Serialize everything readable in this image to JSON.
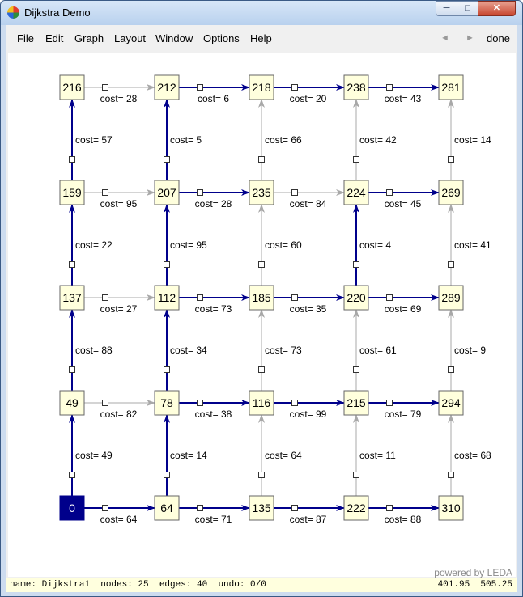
{
  "window": {
    "title": "Dijkstra Demo",
    "controls": {
      "minimize": "─",
      "maximize": "□",
      "close": "✕"
    }
  },
  "menu": {
    "items": [
      "File",
      "Edit",
      "Graph",
      "Layout",
      "Window",
      "Options",
      "Help"
    ],
    "back": "◄",
    "forward": "►",
    "done": "done"
  },
  "graph": {
    "colors": {
      "tree_edge": "#00008b",
      "other_edge": "#a8a8a8",
      "node_fill": "#ffffdd",
      "node_border": "#666666",
      "source_fill": "#00008b",
      "source_text": "#ffffff"
    },
    "rows": [
      [
        "216",
        "212",
        "218",
        "238",
        "281"
      ],
      [
        "159",
        "207",
        "235",
        "224",
        "269"
      ],
      [
        "137",
        "112",
        "185",
        "220",
        "289"
      ],
      [
        "49",
        "78",
        "116",
        "215",
        "294"
      ],
      [
        "0",
        "64",
        "135",
        "222",
        "310"
      ]
    ],
    "source": [
      4,
      0
    ],
    "edges": [
      {
        "from": [
          0,
          0
        ],
        "to": [
          0,
          1
        ],
        "tree": false,
        "label": "cost= 28"
      },
      {
        "from": [
          0,
          1
        ],
        "to": [
          0,
          2
        ],
        "tree": true,
        "label": "cost= 6"
      },
      {
        "from": [
          0,
          2
        ],
        "to": [
          0,
          3
        ],
        "tree": true,
        "label": "cost= 20"
      },
      {
        "from": [
          0,
          3
        ],
        "to": [
          0,
          4
        ],
        "tree": true,
        "label": "cost= 43"
      },
      {
        "from": [
          1,
          0
        ],
        "to": [
          1,
          1
        ],
        "tree": false,
        "label": "cost= 95"
      },
      {
        "from": [
          1,
          1
        ],
        "to": [
          1,
          2
        ],
        "tree": true,
        "label": "cost= 28"
      },
      {
        "from": [
          1,
          2
        ],
        "to": [
          1,
          3
        ],
        "tree": false,
        "label": "cost= 84"
      },
      {
        "from": [
          1,
          3
        ],
        "to": [
          1,
          4
        ],
        "tree": true,
        "label": "cost= 45"
      },
      {
        "from": [
          2,
          0
        ],
        "to": [
          2,
          1
        ],
        "tree": false,
        "label": "cost= 27"
      },
      {
        "from": [
          2,
          1
        ],
        "to": [
          2,
          2
        ],
        "tree": true,
        "label": "cost= 73"
      },
      {
        "from": [
          2,
          2
        ],
        "to": [
          2,
          3
        ],
        "tree": true,
        "label": "cost= 35"
      },
      {
        "from": [
          2,
          3
        ],
        "to": [
          2,
          4
        ],
        "tree": true,
        "label": "cost= 69"
      },
      {
        "from": [
          3,
          0
        ],
        "to": [
          3,
          1
        ],
        "tree": false,
        "label": "cost= 82"
      },
      {
        "from": [
          3,
          1
        ],
        "to": [
          3,
          2
        ],
        "tree": true,
        "label": "cost= 38"
      },
      {
        "from": [
          3,
          2
        ],
        "to": [
          3,
          3
        ],
        "tree": true,
        "label": "cost= 99"
      },
      {
        "from": [
          3,
          3
        ],
        "to": [
          3,
          4
        ],
        "tree": true,
        "label": "cost= 79"
      },
      {
        "from": [
          4,
          0
        ],
        "to": [
          4,
          1
        ],
        "tree": true,
        "label": "cost= 64"
      },
      {
        "from": [
          4,
          1
        ],
        "to": [
          4,
          2
        ],
        "tree": true,
        "label": "cost= 71"
      },
      {
        "from": [
          4,
          2
        ],
        "to": [
          4,
          3
        ],
        "tree": true,
        "label": "cost= 87"
      },
      {
        "from": [
          4,
          3
        ],
        "to": [
          4,
          4
        ],
        "tree": true,
        "label": "cost= 88"
      },
      {
        "from": [
          1,
          0
        ],
        "to": [
          0,
          0
        ],
        "tree": true,
        "label": "cost= 57"
      },
      {
        "from": [
          2,
          0
        ],
        "to": [
          1,
          0
        ],
        "tree": true,
        "label": "cost= 22"
      },
      {
        "from": [
          3,
          0
        ],
        "to": [
          2,
          0
        ],
        "tree": true,
        "label": "cost= 88"
      },
      {
        "from": [
          4,
          0
        ],
        "to": [
          3,
          0
        ],
        "tree": true,
        "label": "cost= 49"
      },
      {
        "from": [
          1,
          1
        ],
        "to": [
          0,
          1
        ],
        "tree": true,
        "label": "cost= 5"
      },
      {
        "from": [
          2,
          1
        ],
        "to": [
          1,
          1
        ],
        "tree": true,
        "label": "cost= 95"
      },
      {
        "from": [
          3,
          1
        ],
        "to": [
          2,
          1
        ],
        "tree": true,
        "label": "cost= 34"
      },
      {
        "from": [
          4,
          1
        ],
        "to": [
          3,
          1
        ],
        "tree": true,
        "label": "cost= 14"
      },
      {
        "from": [
          1,
          2
        ],
        "to": [
          0,
          2
        ],
        "tree": false,
        "label": "cost= 66"
      },
      {
        "from": [
          2,
          2
        ],
        "to": [
          1,
          2
        ],
        "tree": false,
        "label": "cost= 60"
      },
      {
        "from": [
          3,
          2
        ],
        "to": [
          2,
          2
        ],
        "tree": false,
        "label": "cost= 73"
      },
      {
        "from": [
          4,
          2
        ],
        "to": [
          3,
          2
        ],
        "tree": false,
        "label": "cost= 64"
      },
      {
        "from": [
          1,
          3
        ],
        "to": [
          0,
          3
        ],
        "tree": false,
        "label": "cost= 42"
      },
      {
        "from": [
          2,
          3
        ],
        "to": [
          1,
          3
        ],
        "tree": true,
        "label": "cost= 4"
      },
      {
        "from": [
          3,
          3
        ],
        "to": [
          2,
          3
        ],
        "tree": false,
        "label": "cost= 61"
      },
      {
        "from": [
          4,
          3
        ],
        "to": [
          3,
          3
        ],
        "tree": false,
        "label": "cost= 11"
      },
      {
        "from": [
          1,
          4
        ],
        "to": [
          0,
          4
        ],
        "tree": false,
        "label": "cost= 14"
      },
      {
        "from": [
          2,
          4
        ],
        "to": [
          1,
          4
        ],
        "tree": false,
        "label": "cost= 41"
      },
      {
        "from": [
          3,
          4
        ],
        "to": [
          2,
          4
        ],
        "tree": false,
        "label": "cost= 9"
      },
      {
        "from": [
          4,
          4
        ],
        "to": [
          3,
          4
        ],
        "tree": false,
        "label": "cost= 68"
      }
    ]
  },
  "footer": {
    "powered_by": "powered by LEDA",
    "status_left": "name: Dijkstra1  nodes: 25  edges: 40  undo: 0/0",
    "status_right": "401.95  505.25"
  }
}
